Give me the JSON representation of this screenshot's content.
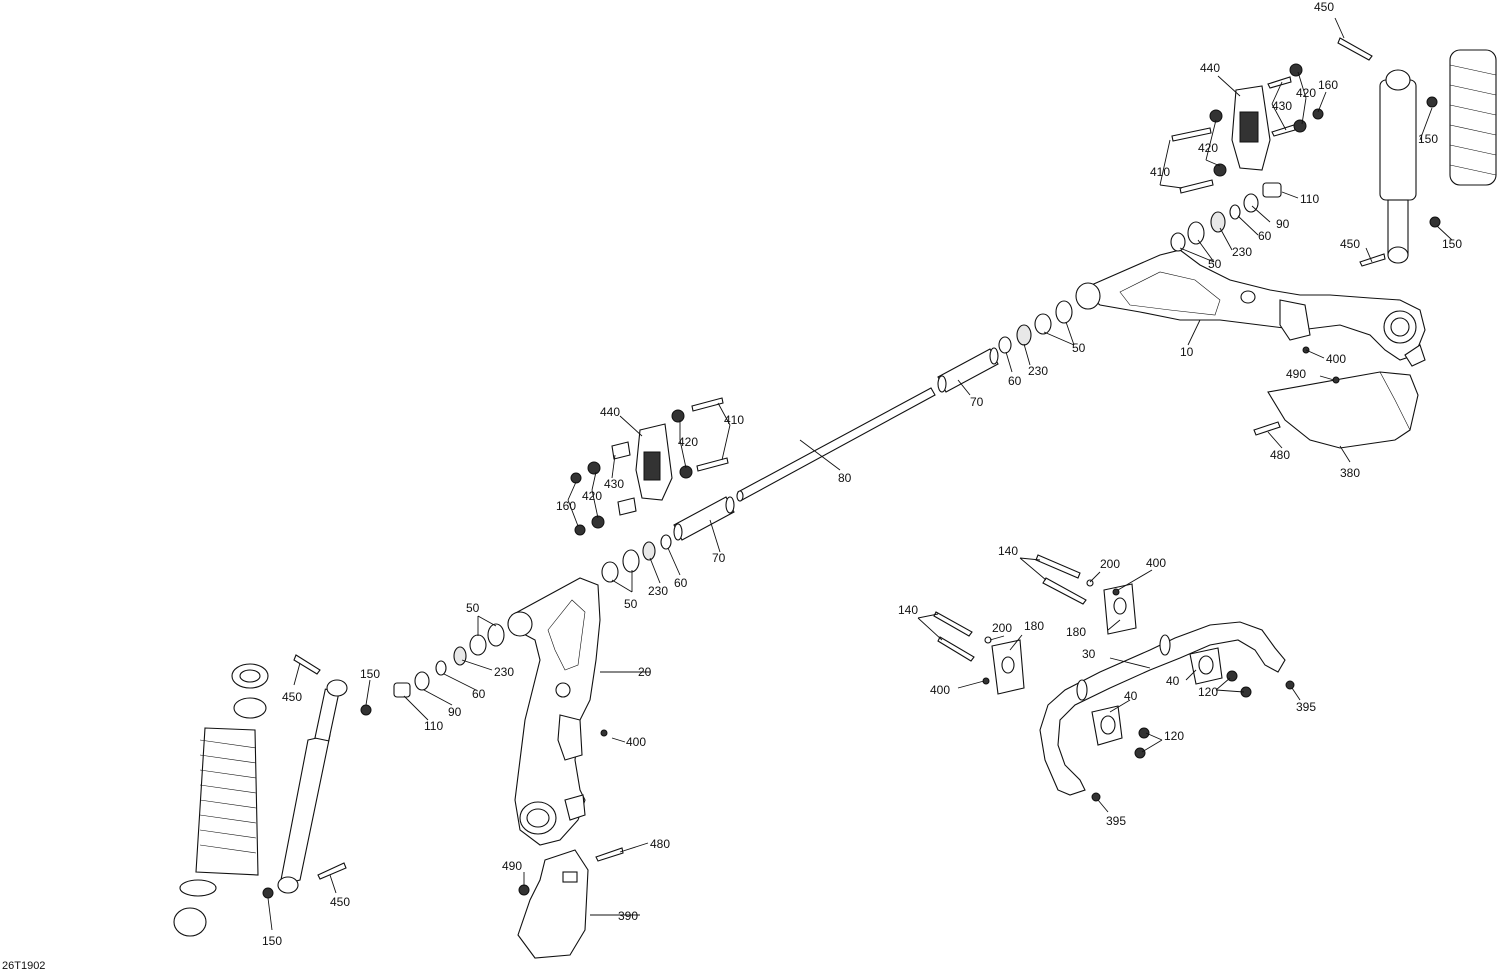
{
  "diagram_code": "26T1902",
  "labels": {
    "l10": "10",
    "l20": "20",
    "l30": "30",
    "l40a": "40",
    "l40b": "40",
    "l50a": "50",
    "l50b": "50",
    "l50c": "50",
    "l50d": "50",
    "l60a": "60",
    "l60b": "60",
    "l60c": "60",
    "l60d": "60",
    "l70a": "70",
    "l70b": "70",
    "l80": "80",
    "l90a": "90",
    "l90b": "90",
    "l110a": "110",
    "l110b": "110",
    "l120a": "120",
    "l120b": "120",
    "l140a": "140",
    "l140b": "140",
    "l150a": "150",
    "l150b": "150",
    "l150c": "150",
    "l150d": "150",
    "l160a": "160",
    "l160b": "160",
    "l180a": "180",
    "l180b": "180",
    "l200a": "200",
    "l200b": "200",
    "l230a": "230",
    "l230b": "230",
    "l230c": "230",
    "l230d": "230",
    "l380": "380",
    "l390": "390",
    "l395a": "395",
    "l395b": "395",
    "l400a": "400",
    "l400b": "400",
    "l400c": "400",
    "l400d": "400",
    "l410a": "410",
    "l410b": "410",
    "l420a": "420",
    "l420b": "420",
    "l420c": "420",
    "l420d": "420",
    "l430a": "430",
    "l430b": "430",
    "l440a": "440",
    "l440b": "440",
    "l450a": "450",
    "l450b": "450",
    "l450c": "450",
    "l450d": "450",
    "l480a": "480",
    "l480b": "480",
    "l490a": "490",
    "l490b": "490"
  }
}
